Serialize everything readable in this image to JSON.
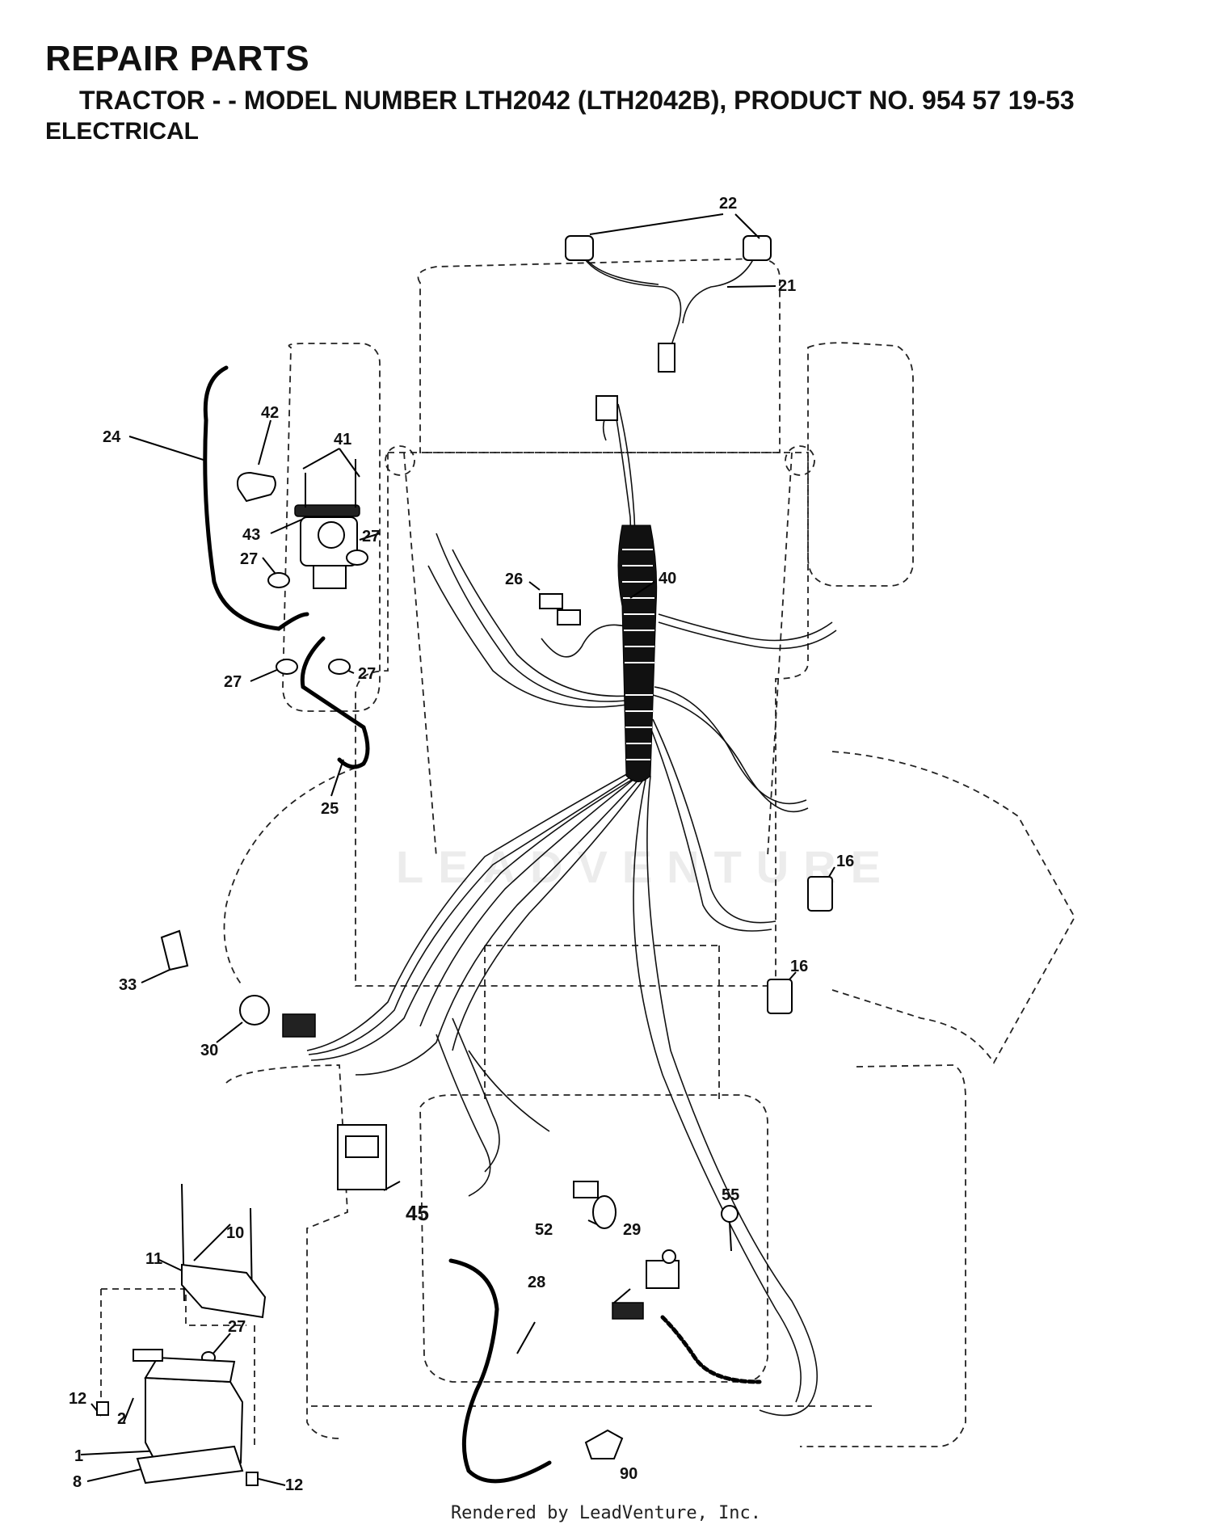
{
  "header": {
    "title": "REPAIR PARTS",
    "subtitle": "TRACTOR - - MODEL NUMBER LTH2042 (LTH2042B), PRODUCT NO. 954 57 19-53",
    "section": "ELECTRICAL"
  },
  "callouts": [
    "22",
    "21",
    "42",
    "41",
    "24",
    "43",
    "27",
    "27",
    "26",
    "40",
    "27",
    "27",
    "25",
    "16",
    "16",
    "33",
    "30",
    "45",
    "10",
    "11",
    "27",
    "12",
    "2",
    "55",
    "52",
    "29",
    "28",
    "1",
    "8",
    "12",
    "90"
  ],
  "watermark": "LEADVENTURE",
  "footer": "Rendered by LeadVenture, Inc."
}
